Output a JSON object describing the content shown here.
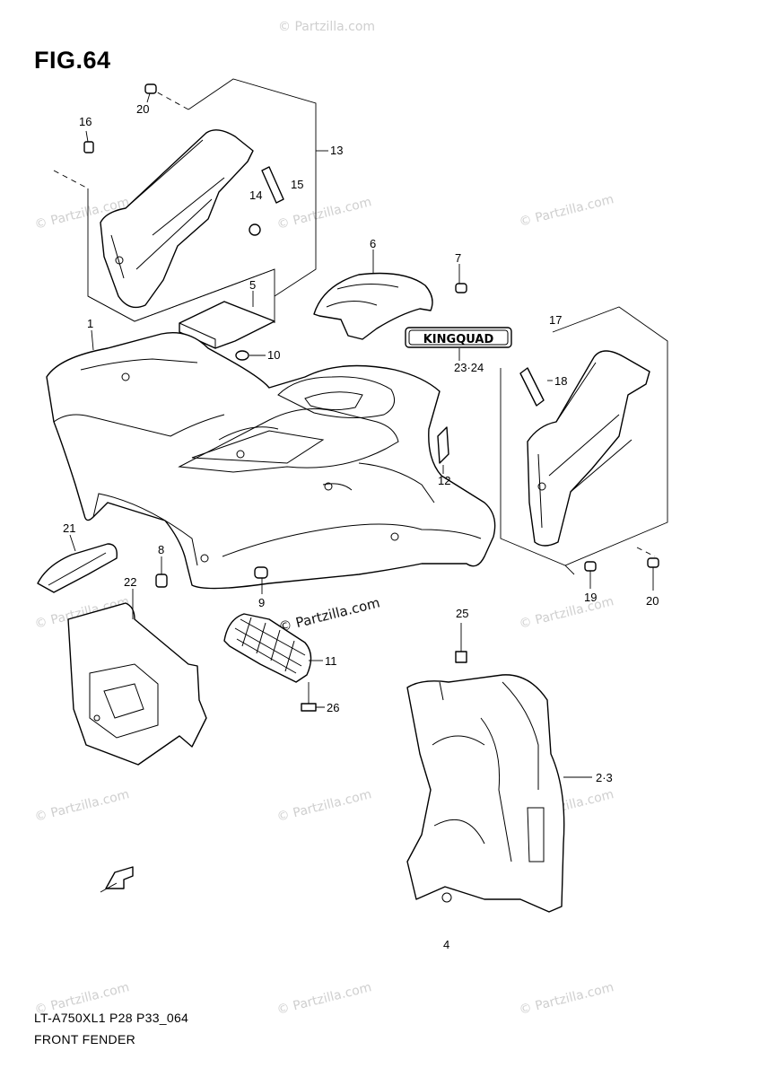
{
  "figure": {
    "title": "FIG.64"
  },
  "footer": {
    "model_line": "LT-A750XL1 P28 P33_064",
    "section_name": "FRONT FENDER"
  },
  "watermark": {
    "text": "© Partzilla.com",
    "color": "#cfcfcf"
  },
  "decal": {
    "text": "KINGQUAD"
  },
  "callouts": {
    "c1": "1",
    "c2_3": "2·3",
    "c4": "4",
    "c5": "5",
    "c6": "6",
    "c7": "7",
    "c8": "8",
    "c9": "9",
    "c10": "10",
    "c11": "11",
    "c12": "12",
    "c13": "13",
    "c14": "14",
    "c15": "15",
    "c16": "16",
    "c17": "17",
    "c18": "18",
    "c19": "19",
    "c20a": "20",
    "c20b": "20",
    "c21": "21",
    "c22": "22",
    "c23_24": "23·24",
    "c25": "25",
    "c26": "26"
  }
}
